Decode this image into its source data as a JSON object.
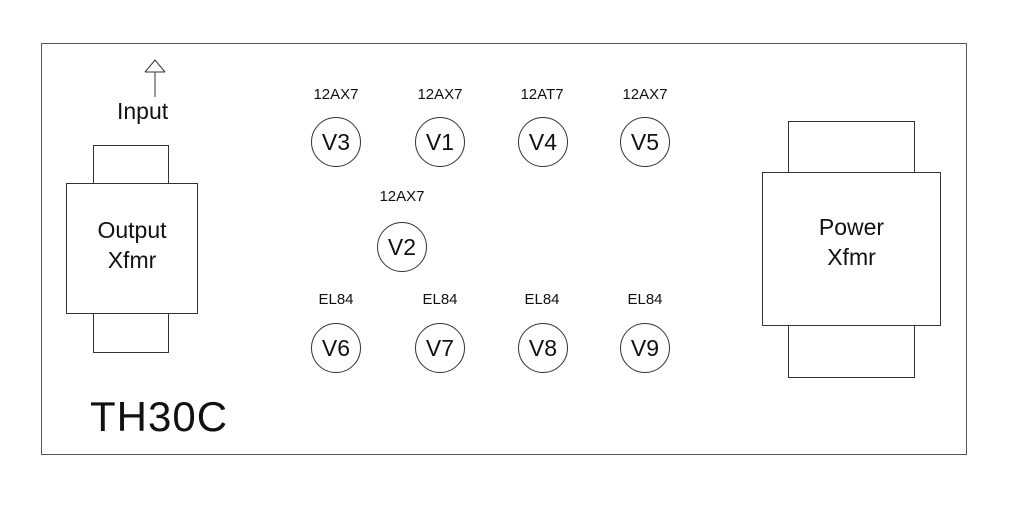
{
  "board": {
    "model": "TH30C",
    "input_label": "Input"
  },
  "output_xfmr": {
    "line1": "Output",
    "line2": "Xfmr"
  },
  "power_xfmr": {
    "line1": "Power",
    "line2": "Xfmr"
  },
  "tubes": [
    {
      "id": "V3",
      "type": "12AX7"
    },
    {
      "id": "V1",
      "type": "12AX7"
    },
    {
      "id": "V4",
      "type": "12AT7"
    },
    {
      "id": "V5",
      "type": "12AX7"
    },
    {
      "id": "V2",
      "type": "12AX7"
    },
    {
      "id": "V6",
      "type": "EL84"
    },
    {
      "id": "V7",
      "type": "EL84"
    },
    {
      "id": "V8",
      "type": "EL84"
    },
    {
      "id": "V9",
      "type": "EL84"
    }
  ]
}
